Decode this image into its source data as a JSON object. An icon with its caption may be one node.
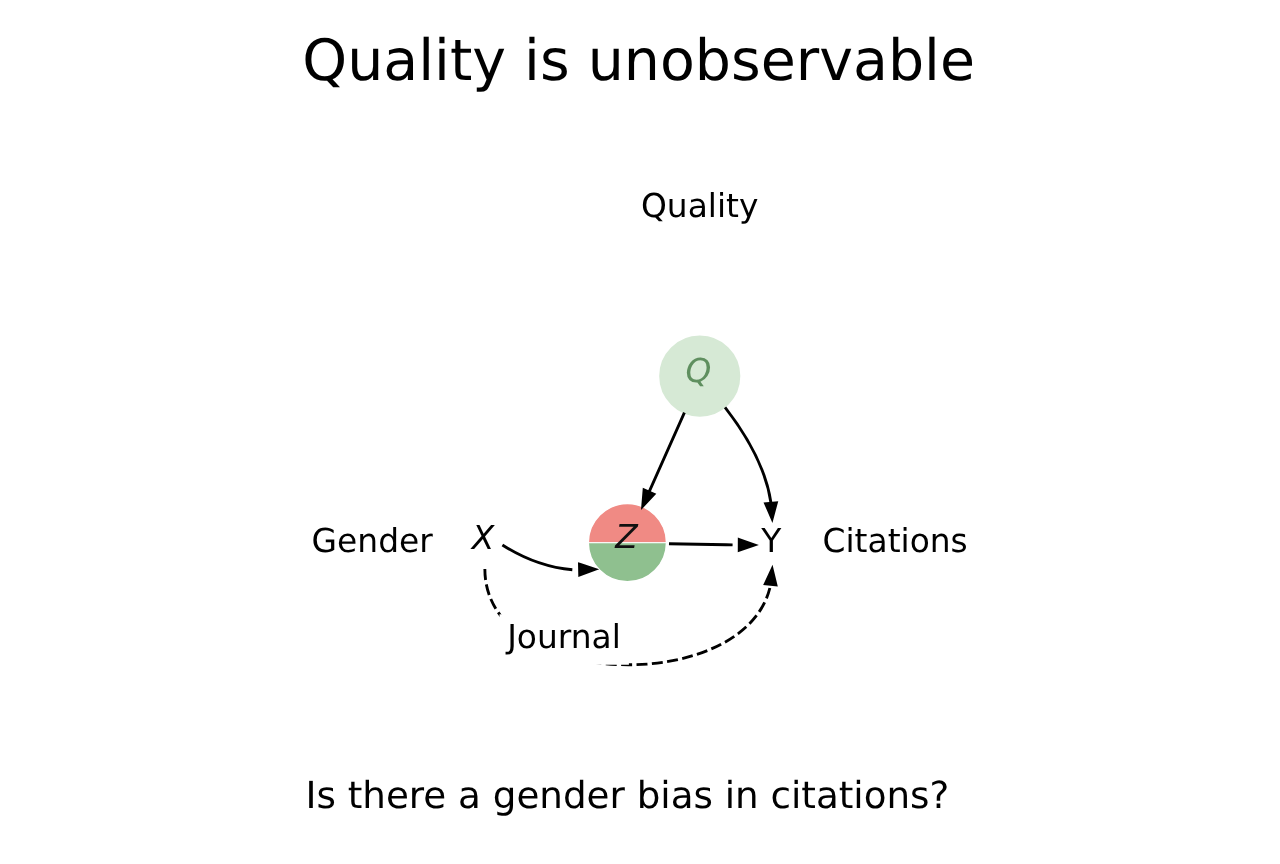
{
  "diagram": {
    "title": "Quality is unobservable",
    "caption": "Is there a gender bias in citations?",
    "nodes": [
      {
        "text": [
          "Q"
        ],
        "beside": [
          "Quality"
        ]
      },
      {
        "text": [
          "X"
        ],
        "beside": [
          "Gender"
        ]
      },
      {
        "text": [
          "Z"
        ]
      },
      {
        "text": [
          "Y"
        ],
        "beside": [
          "Citations"
        ]
      }
    ],
    "edges": [
      {
        "from": 0,
        "to": 2,
        "arrow": "to"
      },
      {
        "from": 0,
        "to": 3,
        "arrow": "to"
      },
      {
        "from": 1,
        "to": 2,
        "arrow": "to"
      },
      {
        "from": 2,
        "to": 3,
        "arrow": "to"
      },
      {
        "from": 1,
        "to": 3,
        "arrow": "to",
        "style": "dashed",
        "label": "Journal"
      }
    ]
  }
}
